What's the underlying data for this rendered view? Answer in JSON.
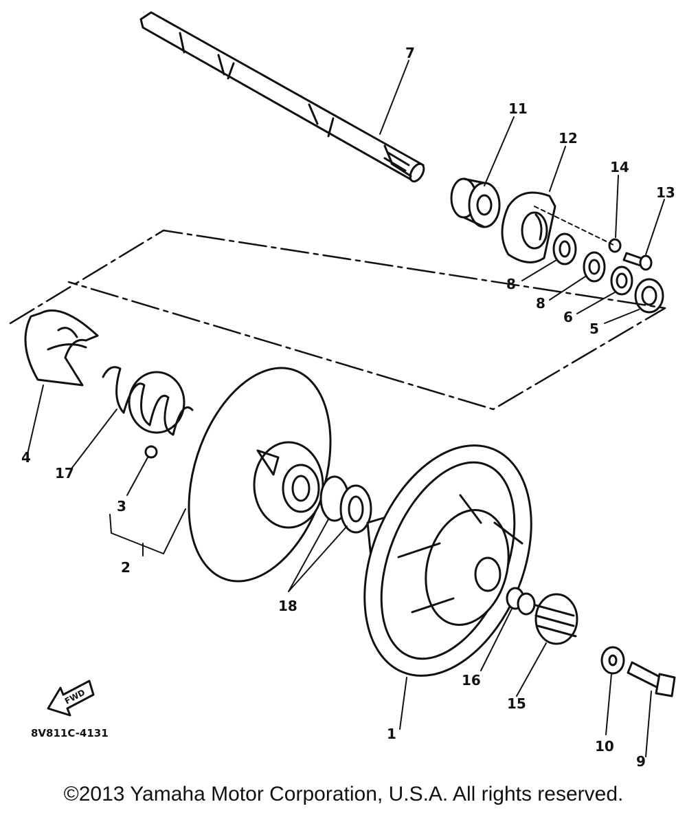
{
  "diagram": {
    "callouts": {
      "c1": "1",
      "c2": "2",
      "c3": "3",
      "c4": "4",
      "c5": "5",
      "c6": "6",
      "c7": "7",
      "c8a": "8",
      "c8b": "8",
      "c9": "9",
      "c10": "10",
      "c11": "11",
      "c12": "12",
      "c13": "13",
      "c14": "14",
      "c15": "15",
      "c16": "16",
      "c17": "17",
      "c18": "18"
    },
    "fwd_label": "FWD",
    "diagram_code": "8V811C-4131"
  },
  "footer": {
    "copyright": "©2013 Yamaha Motor Corporation, U.S.A. All rights reserved."
  },
  "colors": {
    "ink": "#111111",
    "background": "#ffffff"
  },
  "icons": {
    "forward": "forward-arrow-icon"
  }
}
